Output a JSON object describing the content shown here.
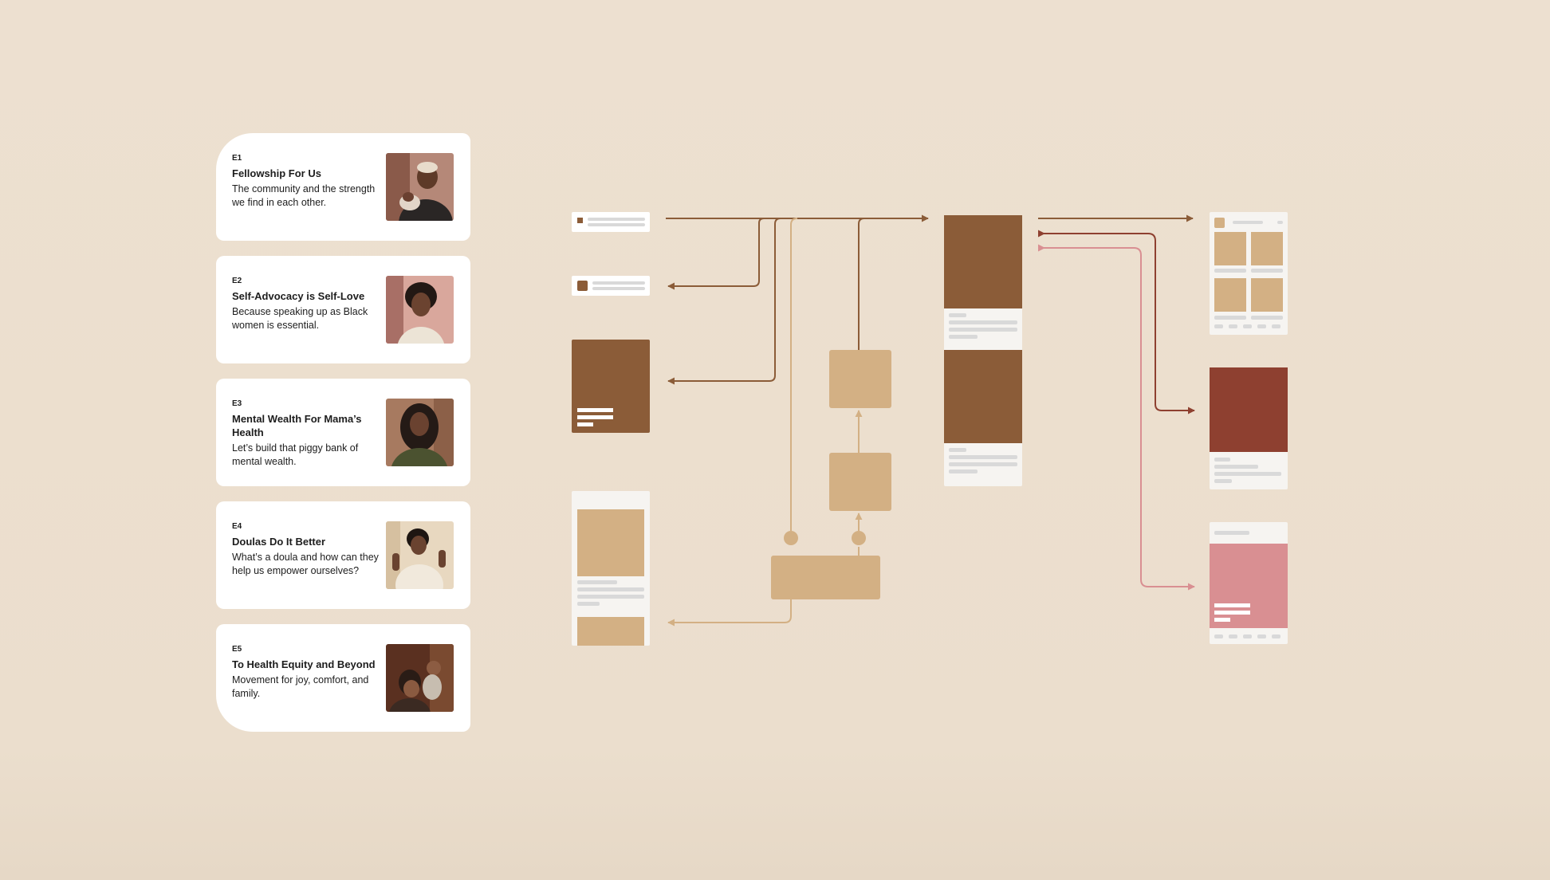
{
  "episodes": [
    {
      "code": "E1",
      "title": "Fellowship For Us",
      "description": "The community and the strength we find in each other.",
      "photo": "woman-holding-baby-photo"
    },
    {
      "code": "E2",
      "title": "Self-Advocacy is Self-Love",
      "description": "Because speaking up as Black women is essential.",
      "photo": "smiling-woman-portrait-photo"
    },
    {
      "code": "E3",
      "title": "Mental Wealth For Mama’s Health",
      "description": "Let’s build that piggy bank of mental wealth.",
      "photo": "woman-with-locs-portrait-photo"
    },
    {
      "code": "E4",
      "title": "Doulas Do It Better",
      "description": "What’s a doula and how can they help us empower ourselves?",
      "photo": "woman-celebrating-photo"
    },
    {
      "code": "E5",
      "title": "To Health Equity and Beyond",
      "description": "Movement for joy, comfort, and family.",
      "photo": "mother-lifting-child-photo"
    }
  ],
  "colors": {
    "background": "#ede0d0",
    "brown": "#8b5c38",
    "tan": "#d3b084",
    "rust": "#8e4030",
    "rose": "#d98f92",
    "placeholder": "#d9d9d9",
    "card": "#ffffff"
  }
}
